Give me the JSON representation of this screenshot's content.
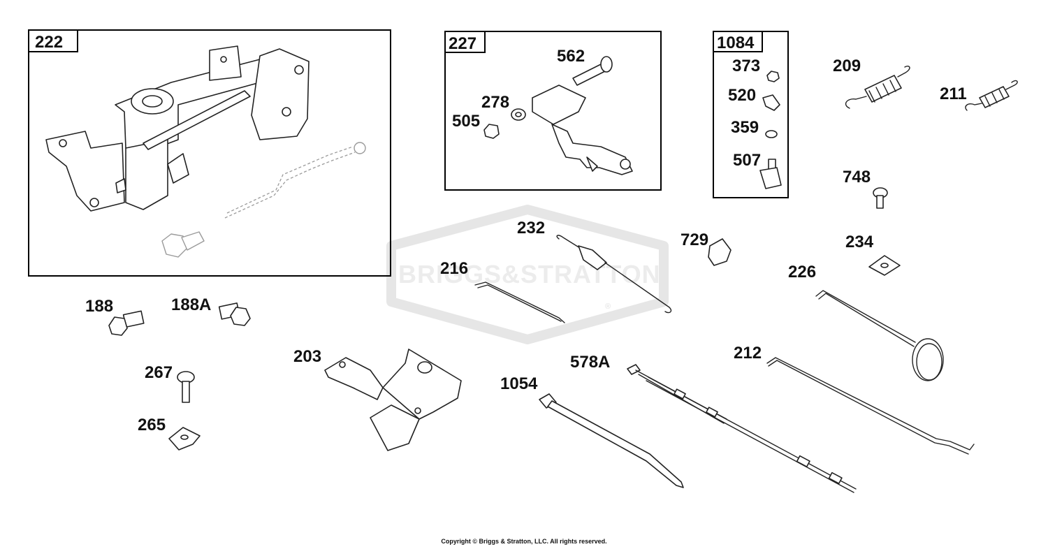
{
  "watermark": {
    "text": "BRIGGS&STRATTON",
    "trademark": "®"
  },
  "boxes": [
    {
      "id": "222"
    },
    {
      "id": "227"
    },
    {
      "id": "1084"
    }
  ],
  "parts": {
    "p562": "562",
    "p278": "278",
    "p505": "505",
    "p373": "373",
    "p520": "520",
    "p359": "359",
    "p507": "507",
    "p209": "209",
    "p211": "211",
    "p748": "748",
    "p232": "232",
    "p729": "729",
    "p234": "234",
    "p216": "216",
    "p226": "226",
    "p188": "188",
    "p188A": "188A",
    "p267": "267",
    "p265": "265",
    "p203": "203",
    "p578A": "578A",
    "p212": "212",
    "p1054": "1054"
  },
  "copyright": "Copyright © Briggs & Stratton, LLC. All rights reserved."
}
